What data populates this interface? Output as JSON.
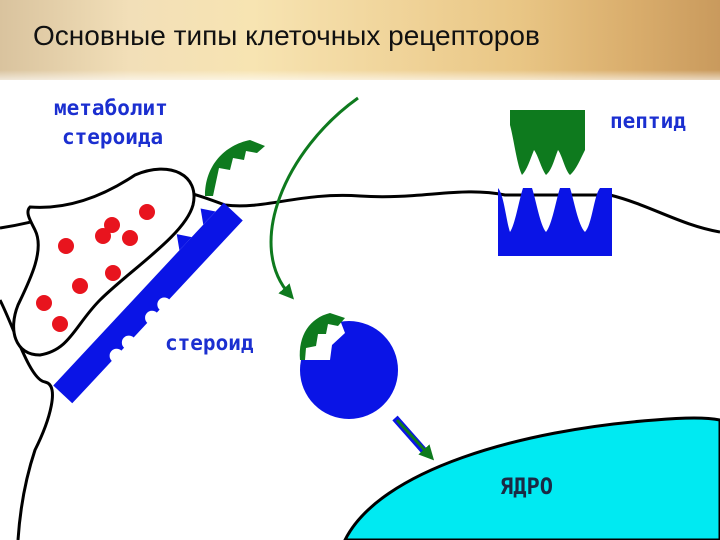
{
  "title": "Основные типы клеточных рецепторов",
  "labels": {
    "metabolite_line1": "метаболит",
    "metabolite_line2": "стероида",
    "peptide": "пептид",
    "steroid": "стероид",
    "nucleus": "ЯДРО"
  },
  "colors": {
    "receptor_blue": "#0a14e6",
    "ligand_green": "#0e7a1e",
    "metabolite_red": "#e8141e",
    "nucleus_cyan": "#00eaf2",
    "membrane": "#000000",
    "label_blue": "#1b2fd0",
    "nucleus_label": "#1a2a44"
  }
}
